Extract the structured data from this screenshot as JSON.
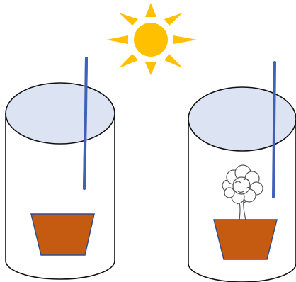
{
  "scene": {
    "sun": {
      "icon": "sun-icon",
      "color": "#FFC000"
    },
    "jars": [
      {
        "id": "left",
        "icon": "glass-jar-icon",
        "contents": [
          "pot"
        ]
      },
      {
        "id": "right",
        "icon": "glass-jar-icon",
        "contents": [
          "pot",
          "tree"
        ]
      }
    ],
    "colors": {
      "jar_outline": "#000000",
      "jar_top": "#DCE3F3",
      "rod": "#3F62B6",
      "pot": "#C55A11",
      "pot_outline": "#2F4E8F",
      "tree_outline": "#555555"
    }
  }
}
